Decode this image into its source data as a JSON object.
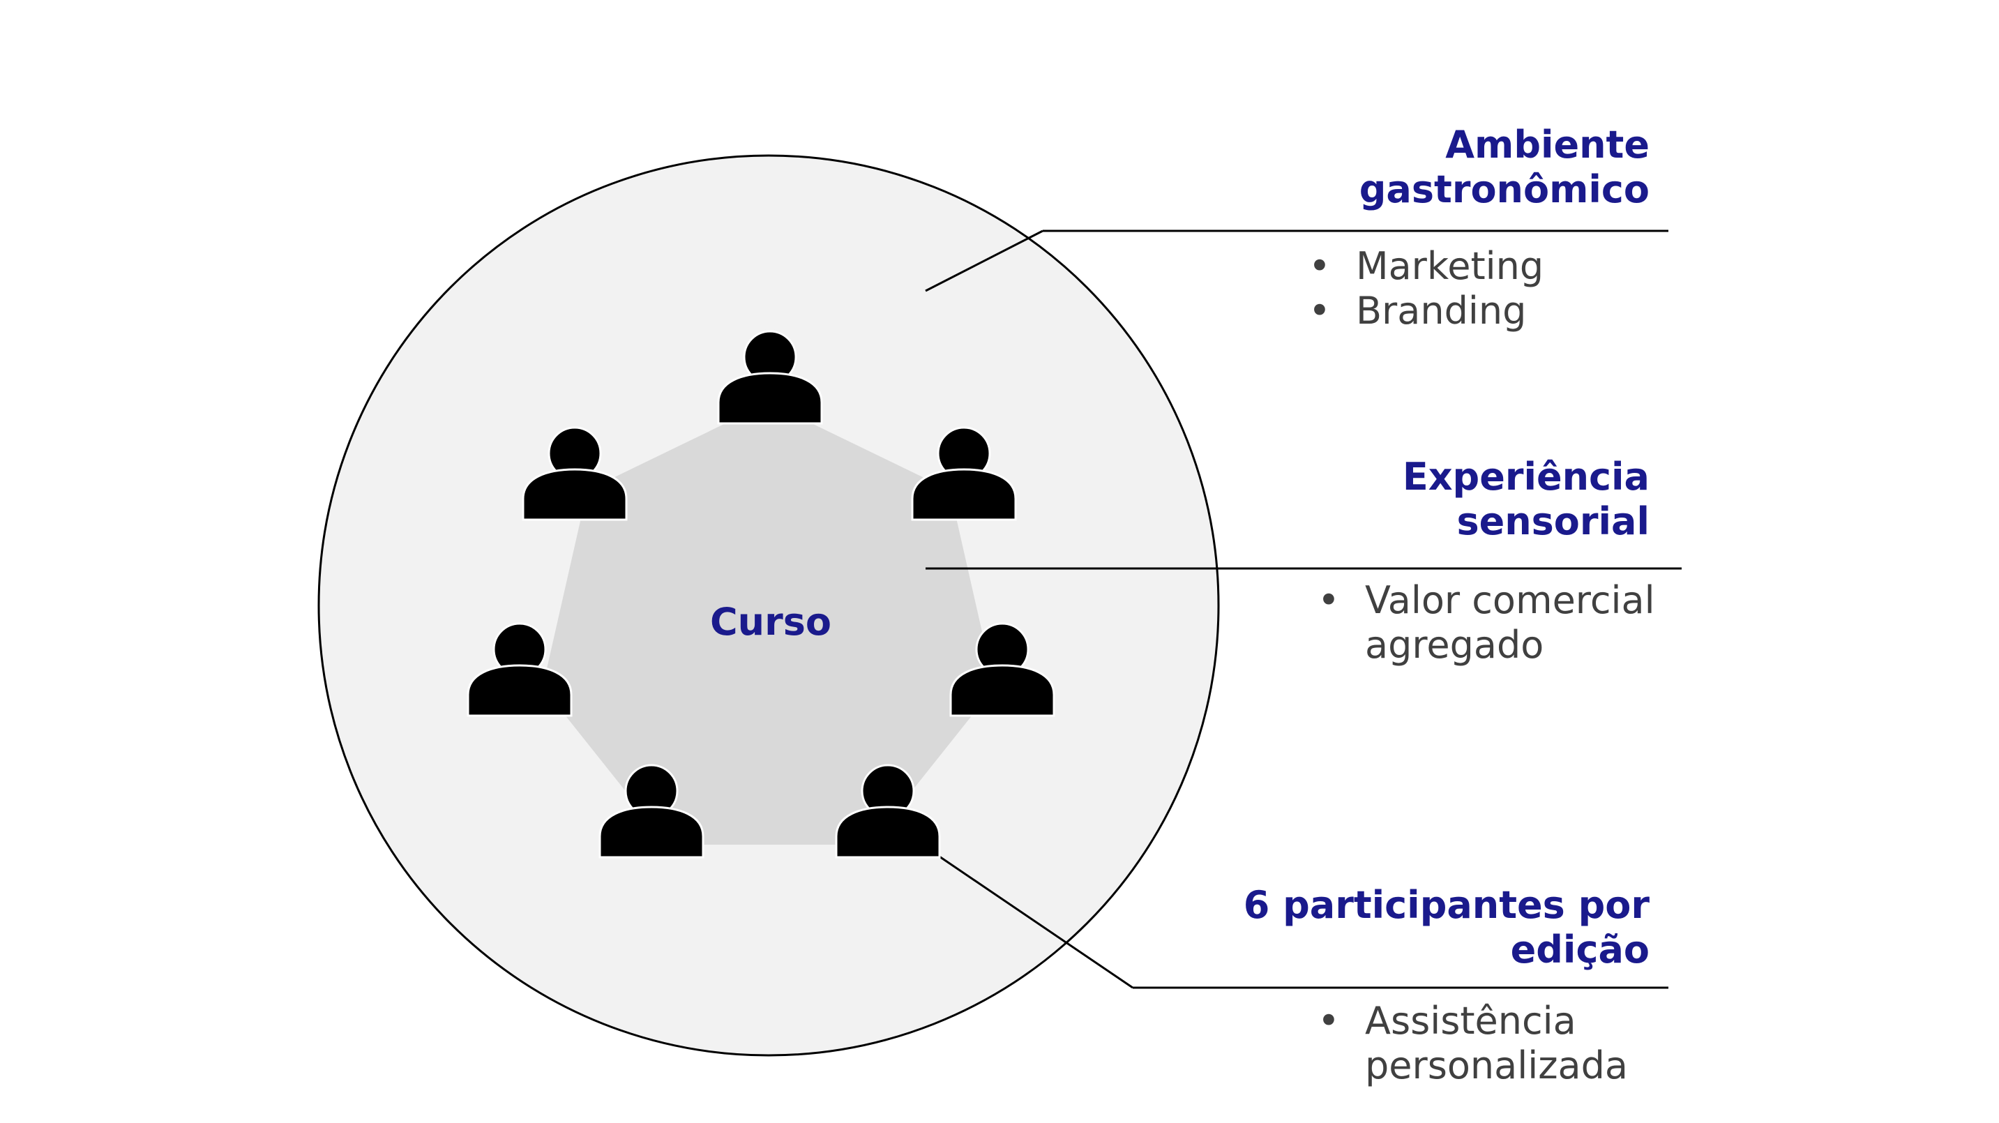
{
  "center_label": "Curso",
  "participants_icon": "person-icon",
  "colors": {
    "heading": "#1a1a8c",
    "body_text": "#404040",
    "outer_circle_fill": "#f2f2f2",
    "heptagon_fill": "#d9d9d9",
    "icon": "#000000",
    "line": "#000000"
  },
  "sections": [
    {
      "title_lines": [
        "Ambiente",
        "gastronômico"
      ],
      "bullets": [
        [
          "Marketing"
        ],
        [
          "Branding"
        ]
      ]
    },
    {
      "title_lines": [
        "Experiência",
        "sensorial"
      ],
      "bullets": [
        [
          "Valor comercial",
          "agregado"
        ]
      ]
    },
    {
      "title_lines": [
        "6 participantes por",
        "edição"
      ],
      "bullets": [
        [
          "Assistência",
          "personalizada"
        ]
      ]
    }
  ]
}
